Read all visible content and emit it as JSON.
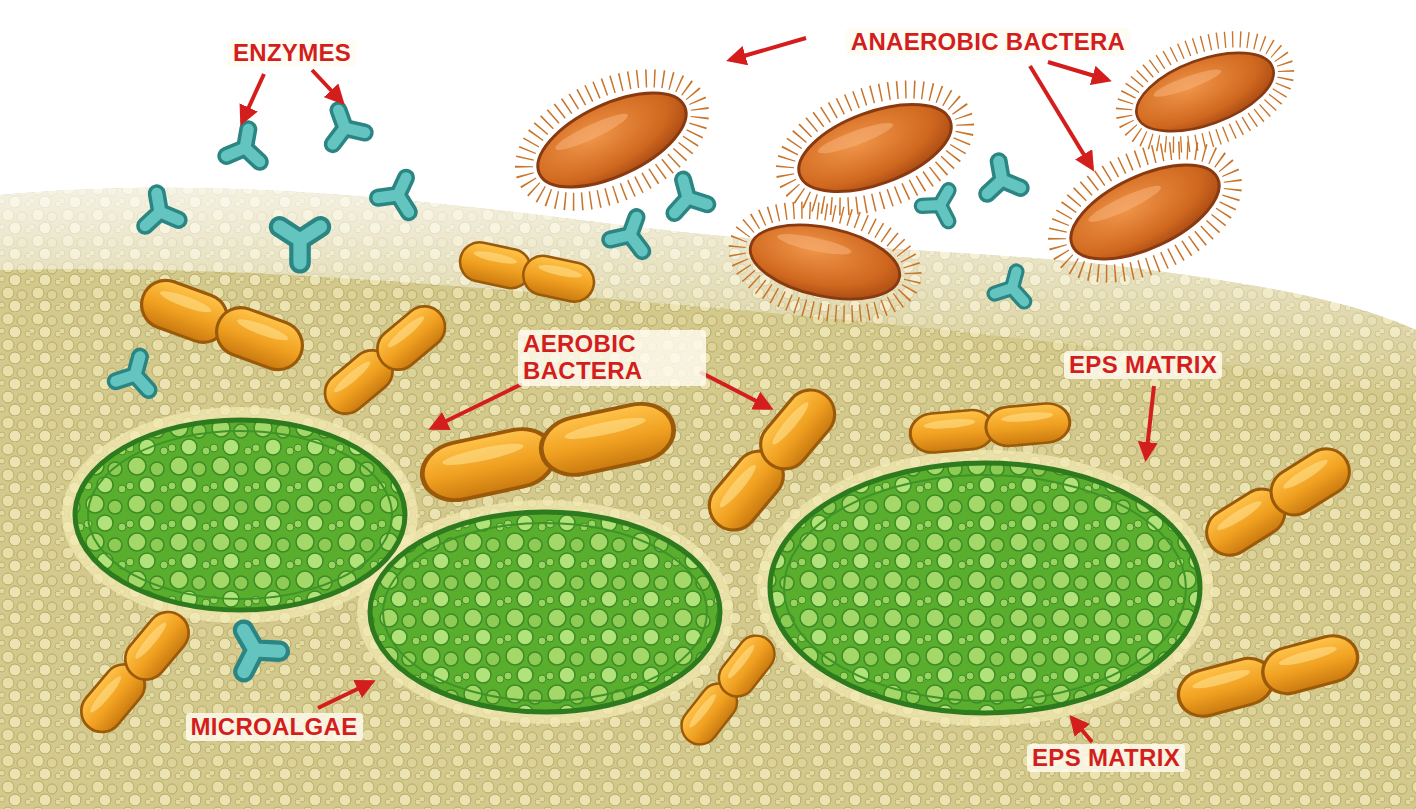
{
  "diagram": {
    "labels": [
      "ENZYMES",
      "ANAEROBIC BACTERA",
      "AEROBIC BACTERA",
      "EPS MATRIX",
      "MICROALGAE",
      "EPS MATRIX"
    ]
  }
}
